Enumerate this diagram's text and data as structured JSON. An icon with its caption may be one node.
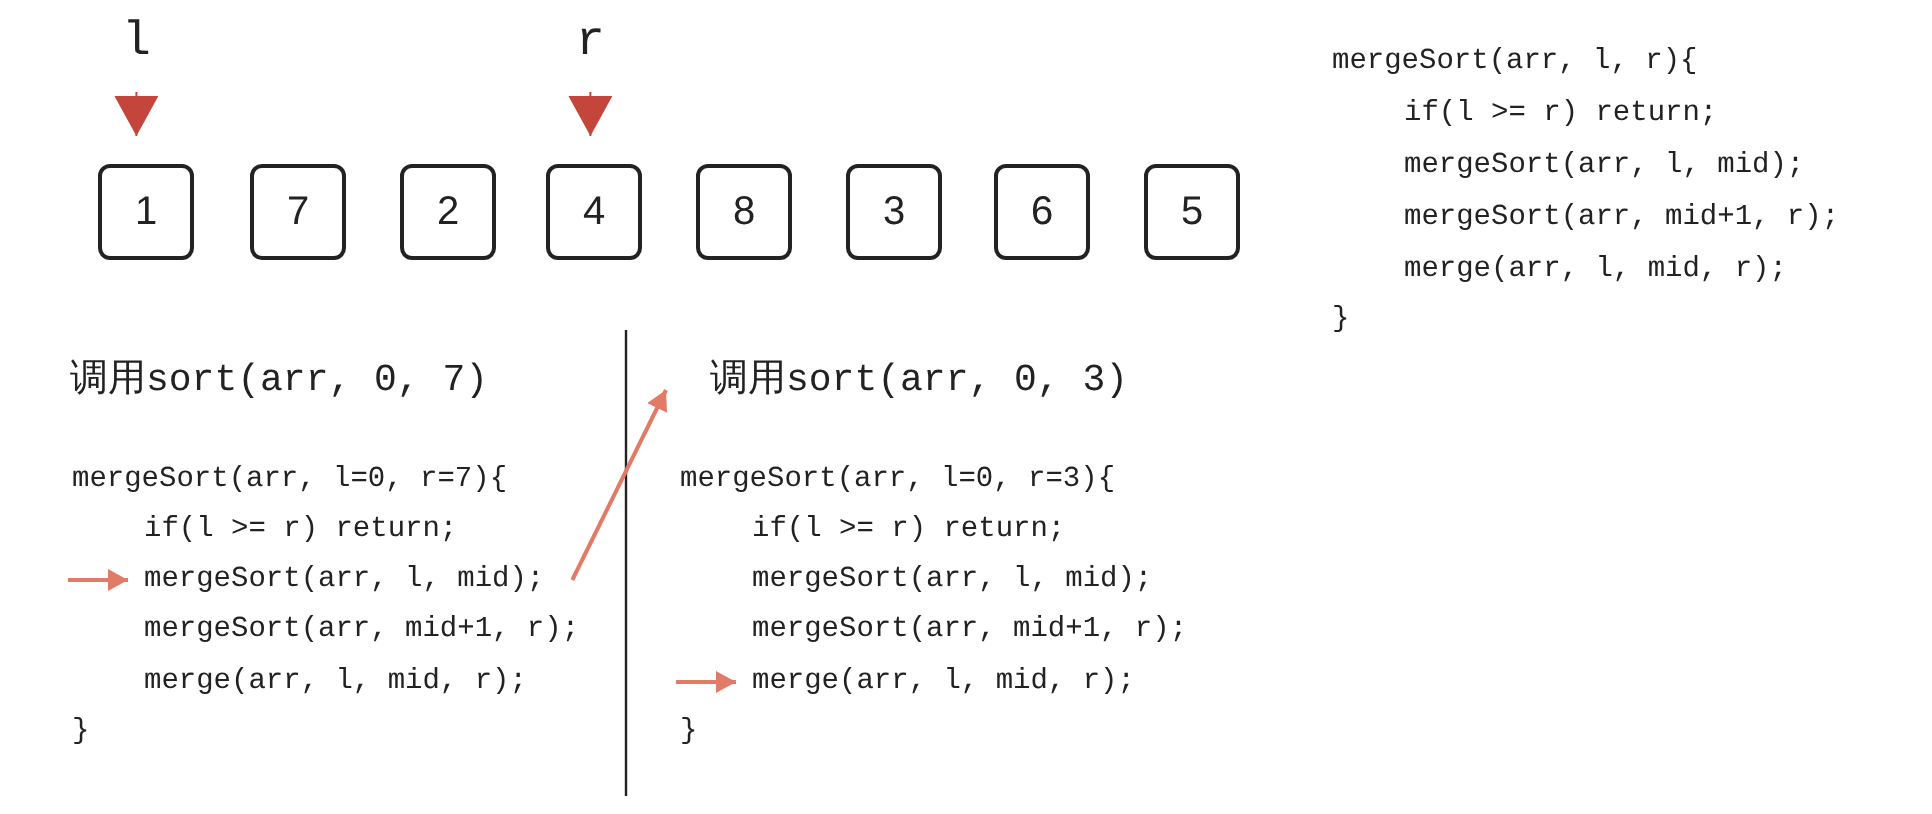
{
  "diagram": {
    "nodes": [
      {
        "text": [
          "l"
        ]
      },
      {
        "text": [
          "r"
        ]
      },
      {
        "text": [
          "1"
        ]
      },
      {
        "text": [
          "7"
        ]
      },
      {
        "text": [
          "2"
        ]
      },
      {
        "text": [
          "4"
        ]
      },
      {
        "text": [
          "8"
        ]
      },
      {
        "text": [
          "3"
        ]
      },
      {
        "text": [
          "6"
        ]
      },
      {
        "text": [
          "5"
        ]
      },
      {
        "text": [
          "mergeSort(arr, l, mid);"
        ]
      },
      {
        "text": [
          "调用sort(arr, 0, 3)"
        ]
      },
      {
        "text": [
          "merge(arr, l, mid, r);"
        ]
      }
    ],
    "edges": [
      {
        "from": 0,
        "to": 2,
        "arrow": "to",
        "color": "#c4453c"
      },
      {
        "from": 1,
        "to": 5,
        "arrow": "to",
        "color": "#c4453c"
      },
      {
        "from": null,
        "to": 10,
        "arrow": "to"
      },
      {
        "from": 10,
        "to": 11,
        "arrow": "to"
      },
      {
        "from": null,
        "to": 12,
        "arrow": "to"
      }
    ],
    "labels": [
      "mergeSort(arr, l, r){",
      "if(l >= r) return;",
      "mergeSort(arr, l, mid);",
      "mergeSort(arr, mid+1, r);",
      "merge(arr, l, mid, r);",
      "}",
      "调用sort(arr, 0, 7)",
      "mergeSort(arr, l=0, r=7){",
      "if(l >= r) return;",
      "mergeSort(arr, mid+1, r);",
      "merge(arr, l, mid, r);",
      "}",
      "mergeSort(arr, l=0, r=3){",
      "if(l >= r) return;",
      "mergeSort(arr, l, mid);",
      "mergeSort(arr, mid+1, r);",
      "}"
    ]
  }
}
